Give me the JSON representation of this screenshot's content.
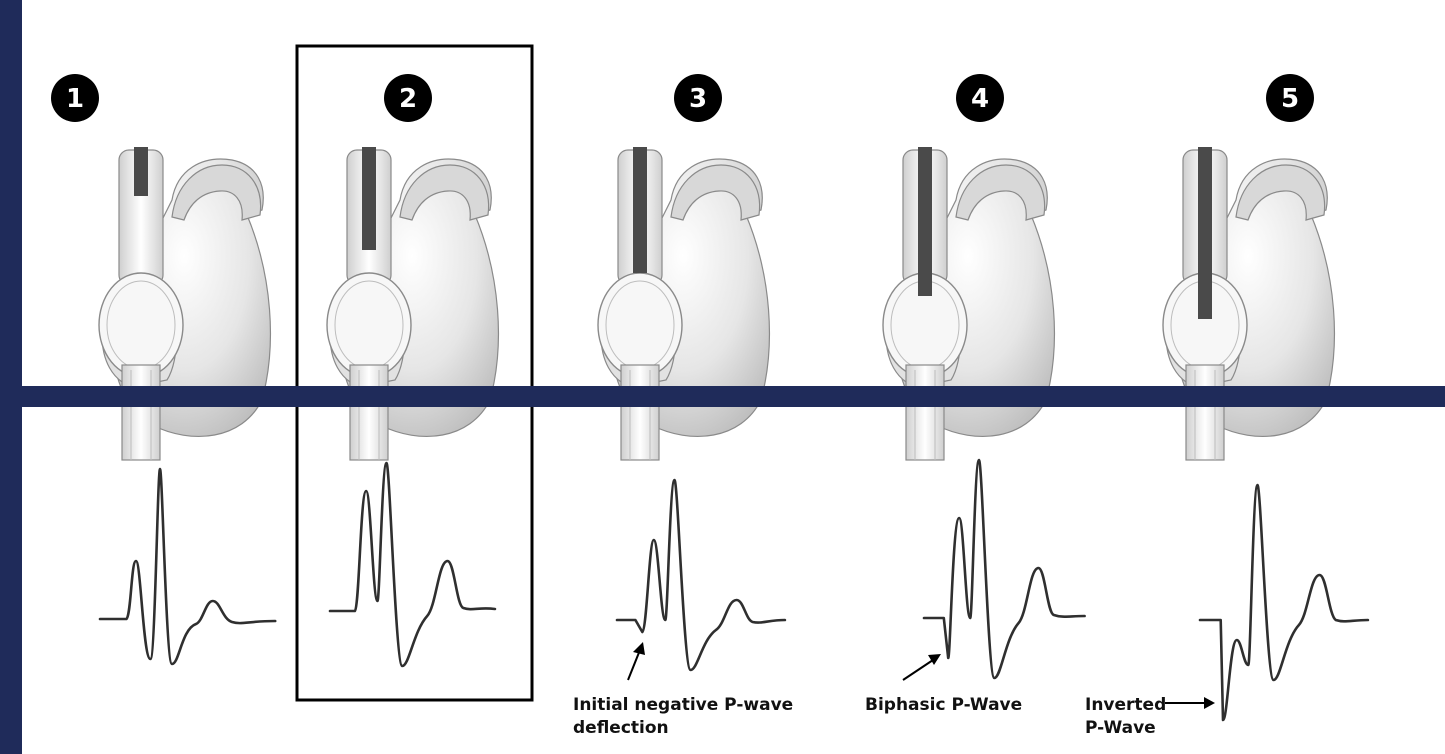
{
  "steps": [
    {
      "number": "1",
      "catheter_depth": 0.2,
      "wave": "normal"
    },
    {
      "number": "2",
      "catheter_depth": 0.55,
      "wave": "tall-p",
      "highlighted": true
    },
    {
      "number": "3",
      "catheter_depth": 0.7,
      "wave": "initial-negative"
    },
    {
      "number": "4",
      "catheter_depth": 0.85,
      "wave": "biphasic"
    },
    {
      "number": "5",
      "catheter_depth": 1.0,
      "wave": "inverted"
    }
  ],
  "annotations": {
    "initial_negative": [
      "Initial negative P-wave",
      "deflection"
    ],
    "biphasic": "Biphasic P-Wave",
    "inverted": [
      "Inverted",
      "P-Wave"
    ]
  },
  "colors": {
    "frame": "#1f2b5a",
    "panel": "#ffffff",
    "catheter": "#4a4a4a",
    "heart": "#d9d9d9",
    "badge": "#000000"
  }
}
